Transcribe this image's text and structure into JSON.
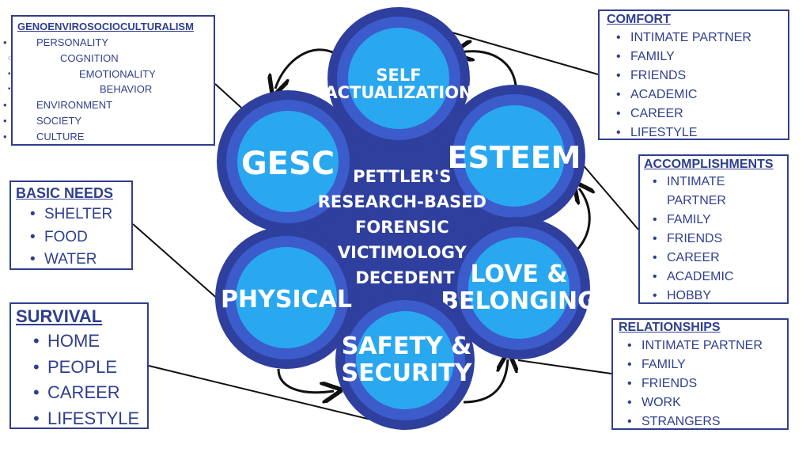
{
  "center": {
    "lines": [
      "PETTLER'S",
      "RESEARCH-BASED",
      "FORENSIC",
      "VICTIMOLOGY",
      "DECEDENT"
    ]
  },
  "nodes": {
    "self_actualization": [
      "SELF",
      "ACTUALIZATION"
    ],
    "gesc": [
      "GESC"
    ],
    "esteem": [
      "ESTEEM"
    ],
    "physical": [
      "PHYSICAL"
    ],
    "love_belonging": [
      "LOVE &",
      "BELONGING"
    ],
    "safety_security": [
      "SAFETY &",
      "SECURITY"
    ]
  },
  "boxes": {
    "gesc": {
      "title": "GENOENVIROSOCIOCULTURALISM",
      "items": [
        "PERSONALITY",
        "COGNITION",
        "EMOTIONALITY",
        "BEHAVIOR",
        "ENVIRONMENT",
        "SOCIETY",
        "CULTURE"
      ]
    },
    "basic_needs": {
      "title": "BASIC NEEDS",
      "items": [
        "SHELTER",
        "FOOD",
        "WATER"
      ]
    },
    "survival": {
      "title": "SURVIVAL",
      "items": [
        "HOME",
        "PEOPLE",
        "CAREER",
        "LIFESTYLE"
      ]
    },
    "comfort": {
      "title": "COMFORT",
      "items": [
        "INTIMATE PARTNER",
        "FAMILY",
        "FRIENDS",
        "ACADEMIC",
        "CAREER",
        "LIFESTYLE"
      ]
    },
    "accomplishments": {
      "title": "ACCOMPLISHMENTS",
      "items": [
        "INTIMATE PARTNER",
        "FAMILY",
        "FRIENDS",
        "CAREER",
        "ACADEMIC",
        "HOBBY"
      ]
    },
    "relationships": {
      "title": "RELATIONSHIPS",
      "items": [
        "INTIMATE PARTNER",
        "FAMILY",
        "FRIENDS",
        "WORK",
        "STRANGERS"
      ]
    }
  },
  "colors": {
    "outer_ring": "#2f3f9e",
    "mid_ring": "#3c5ccc",
    "inner_fill": "#29a8f0",
    "center_fill": "#2f3f9e",
    "box_border": "#2f3f8f",
    "text_dark": "#2f3f8f"
  }
}
